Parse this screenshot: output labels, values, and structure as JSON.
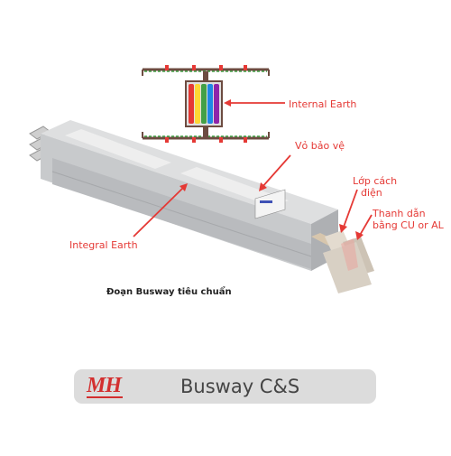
{
  "labels": {
    "internal_earth": "Internal Earth",
    "vo_bao_ve": "Vỏ bảo vệ",
    "lop_cach_dien_1": "Lớp cách",
    "lop_cach_dien_2": "điện",
    "thanh_dan_1": "Thanh dẫn",
    "thanh_dan_2": "bằng CU or AL",
    "integral_earth": "Integral Earth"
  },
  "caption": "Đoạn Busway tiêu chuẩn",
  "brand": {
    "logo": "MH",
    "title": "Busway C&S"
  },
  "colors": {
    "annotation": "#e53935",
    "phase_bars": [
      "#e53935",
      "#fdd835",
      "#43a047",
      "#1e88e5",
      "#8e24aa"
    ]
  }
}
